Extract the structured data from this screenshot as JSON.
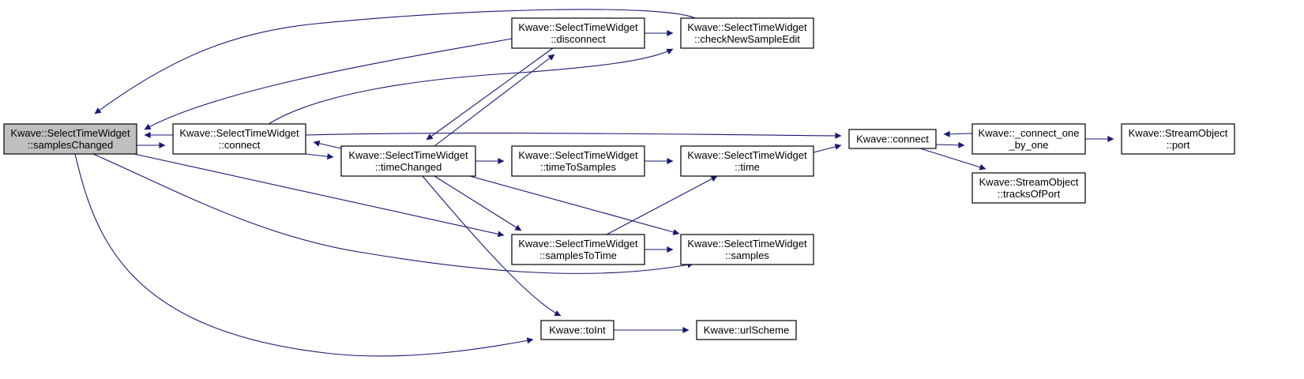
{
  "edge_color": "#191970",
  "root_fill": "#bfbfbf",
  "nodes": [
    {
      "id": "samplesChanged",
      "line1": "Kwave::SelectTimeWidget",
      "line2": "::samplesChanged",
      "root": true
    },
    {
      "id": "connectW",
      "line1": "Kwave::SelectTimeWidget",
      "line2": "::connect"
    },
    {
      "id": "disconnect",
      "line1": "Kwave::SelectTimeWidget",
      "line2": "::disconnect"
    },
    {
      "id": "checkNewSampleEdit",
      "line1": "Kwave::SelectTimeWidget",
      "line2": "::checkNewSampleEdit"
    },
    {
      "id": "timeChanged",
      "line1": "Kwave::SelectTimeWidget",
      "line2": "::timeChanged"
    },
    {
      "id": "timeToSamples",
      "line1": "Kwave::SelectTimeWidget",
      "line2": "::timeToSamples"
    },
    {
      "id": "time",
      "line1": "Kwave::SelectTimeWidget",
      "line2": "::time"
    },
    {
      "id": "samplesToTime",
      "line1": "Kwave::SelectTimeWidget",
      "line2": "::samplesToTime"
    },
    {
      "id": "samples",
      "line1": "Kwave::SelectTimeWidget",
      "line2": "::samples"
    },
    {
      "id": "kconnect",
      "line1": "Kwave::connect",
      "line2": ""
    },
    {
      "id": "connectOne",
      "line1": "Kwave::_connect_one",
      "line2": "_by_one"
    },
    {
      "id": "port",
      "line1": "Kwave::StreamObject",
      "line2": "::port"
    },
    {
      "id": "tracksOfPort",
      "line1": "Kwave::StreamObject",
      "line2": "::tracksOfPort"
    },
    {
      "id": "toInt",
      "line1": "Kwave::toInt",
      "line2": ""
    },
    {
      "id": "urlScheme",
      "line1": "Kwave::urlScheme",
      "line2": ""
    }
  ],
  "edges": [
    {
      "from": "samplesChanged",
      "to": "connectW"
    },
    {
      "from": "samplesChanged",
      "to": "samplesToTime"
    },
    {
      "from": "samplesChanged",
      "to": "samples"
    },
    {
      "from": "samplesChanged",
      "to": "toInt"
    },
    {
      "from": "connectW",
      "to": "samplesChanged"
    },
    {
      "from": "connectW",
      "to": "timeChanged"
    },
    {
      "from": "connectW",
      "to": "kconnect"
    },
    {
      "from": "connectW",
      "to": "checkNewSampleEdit"
    },
    {
      "from": "disconnect",
      "to": "samplesChanged"
    },
    {
      "from": "disconnect",
      "to": "timeChanged"
    },
    {
      "from": "disconnect",
      "to": "checkNewSampleEdit"
    },
    {
      "from": "checkNewSampleEdit",
      "to": "samplesChanged"
    },
    {
      "from": "timeChanged",
      "to": "connectW"
    },
    {
      "from": "timeChanged",
      "to": "disconnect"
    },
    {
      "from": "timeChanged",
      "to": "timeToSamples"
    },
    {
      "from": "timeChanged",
      "to": "samplesToTime"
    },
    {
      "from": "timeChanged",
      "to": "samples"
    },
    {
      "from": "timeChanged",
      "to": "toInt"
    },
    {
      "from": "timeToSamples",
      "to": "time"
    },
    {
      "from": "time",
      "to": "kconnect"
    },
    {
      "from": "samplesToTime",
      "to": "time"
    },
    {
      "from": "samplesToTime",
      "to": "samples"
    },
    {
      "from": "kconnect",
      "to": "connectOne"
    },
    {
      "from": "kconnect",
      "to": "tracksOfPort"
    },
    {
      "from": "connectOne",
      "to": "kconnect"
    },
    {
      "from": "connectOne",
      "to": "port"
    },
    {
      "from": "toInt",
      "to": "urlScheme"
    }
  ]
}
